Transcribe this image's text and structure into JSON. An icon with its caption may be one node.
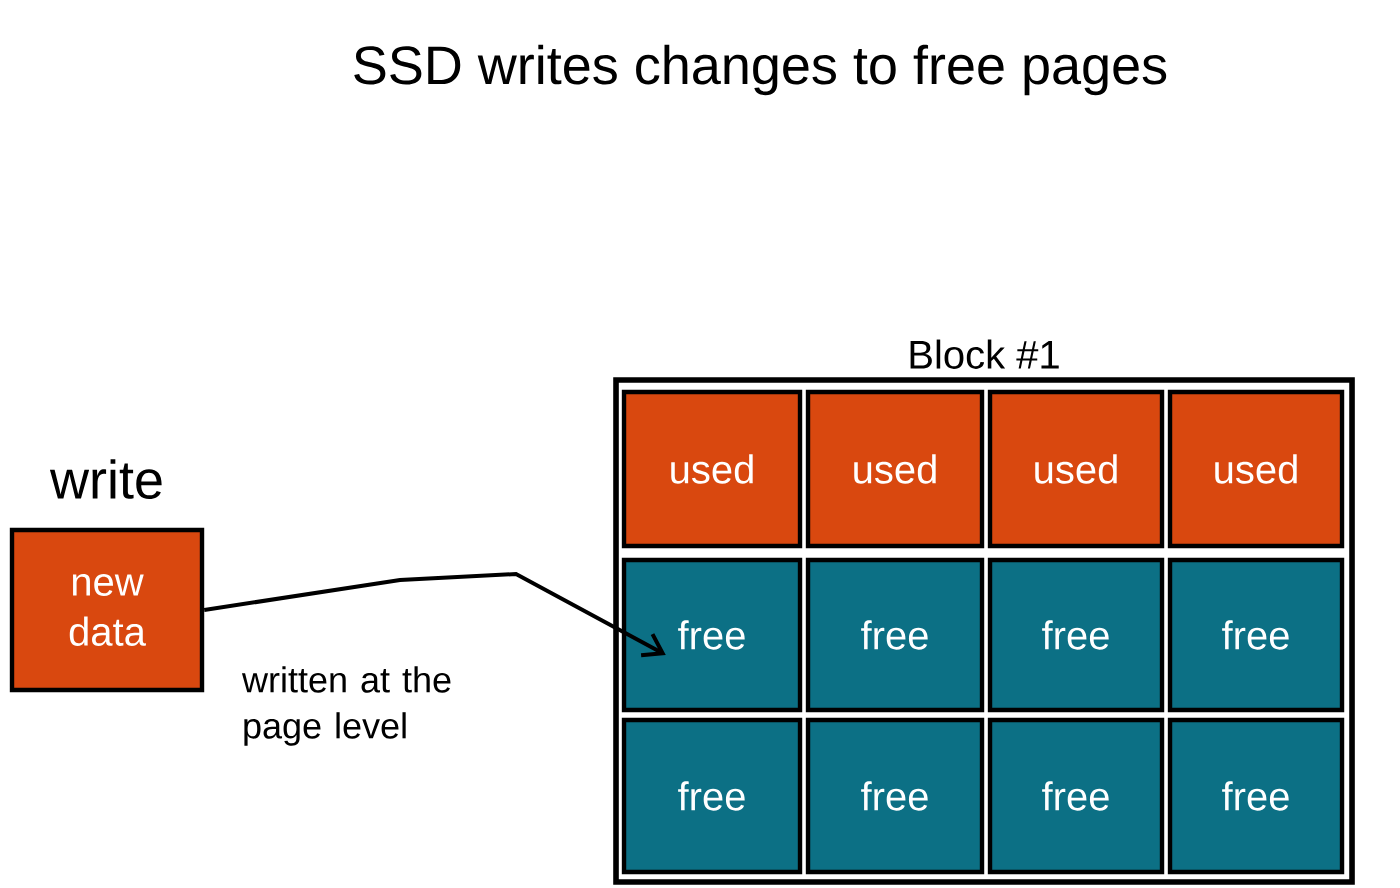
{
  "diagram": {
    "title": "SSD writes changes to free pages",
    "nodes": [
      {
        "text": [
          "write",
          "new data"
        ]
      },
      {
        "text": [
          "Block #1"
        ]
      },
      {
        "text": [
          "used"
        ],
        "in": 1
      },
      {
        "text": [
          "used"
        ],
        "in": 1
      },
      {
        "text": [
          "used"
        ],
        "in": 1
      },
      {
        "text": [
          "used"
        ],
        "in": 1
      },
      {
        "text": [
          "free"
        ],
        "in": 1
      },
      {
        "text": [
          "free"
        ],
        "in": 1
      },
      {
        "text": [
          "free"
        ],
        "in": 1
      },
      {
        "text": [
          "free"
        ],
        "in": 1
      },
      {
        "text": [
          "free"
        ],
        "in": 1
      },
      {
        "text": [
          "free"
        ],
        "in": 1
      },
      {
        "text": [
          "free"
        ],
        "in": 1
      },
      {
        "text": [
          "free"
        ],
        "in": 1
      }
    ],
    "edges": [
      {
        "from": 0,
        "to": 6,
        "arrow": "to",
        "label": "written at the page level"
      }
    ]
  }
}
